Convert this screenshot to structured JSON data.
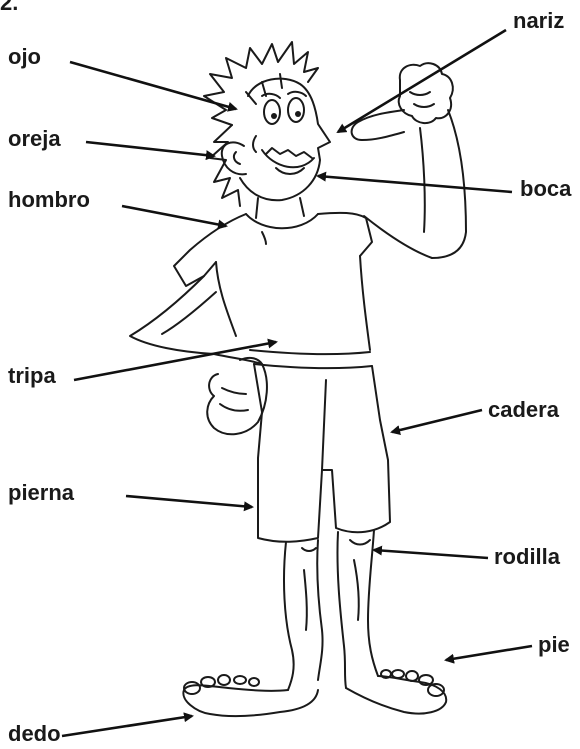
{
  "exercise_number": "2.",
  "labels": {
    "ojo": "ojo",
    "oreja": "oreja",
    "hombro": "hombro",
    "tripa": "tripa",
    "pierna": "pierna",
    "dedo": "dedo",
    "nariz": "nariz",
    "boca": "boca",
    "cadera": "cadera",
    "rodilla": "rodilla",
    "pie": "pie"
  }
}
